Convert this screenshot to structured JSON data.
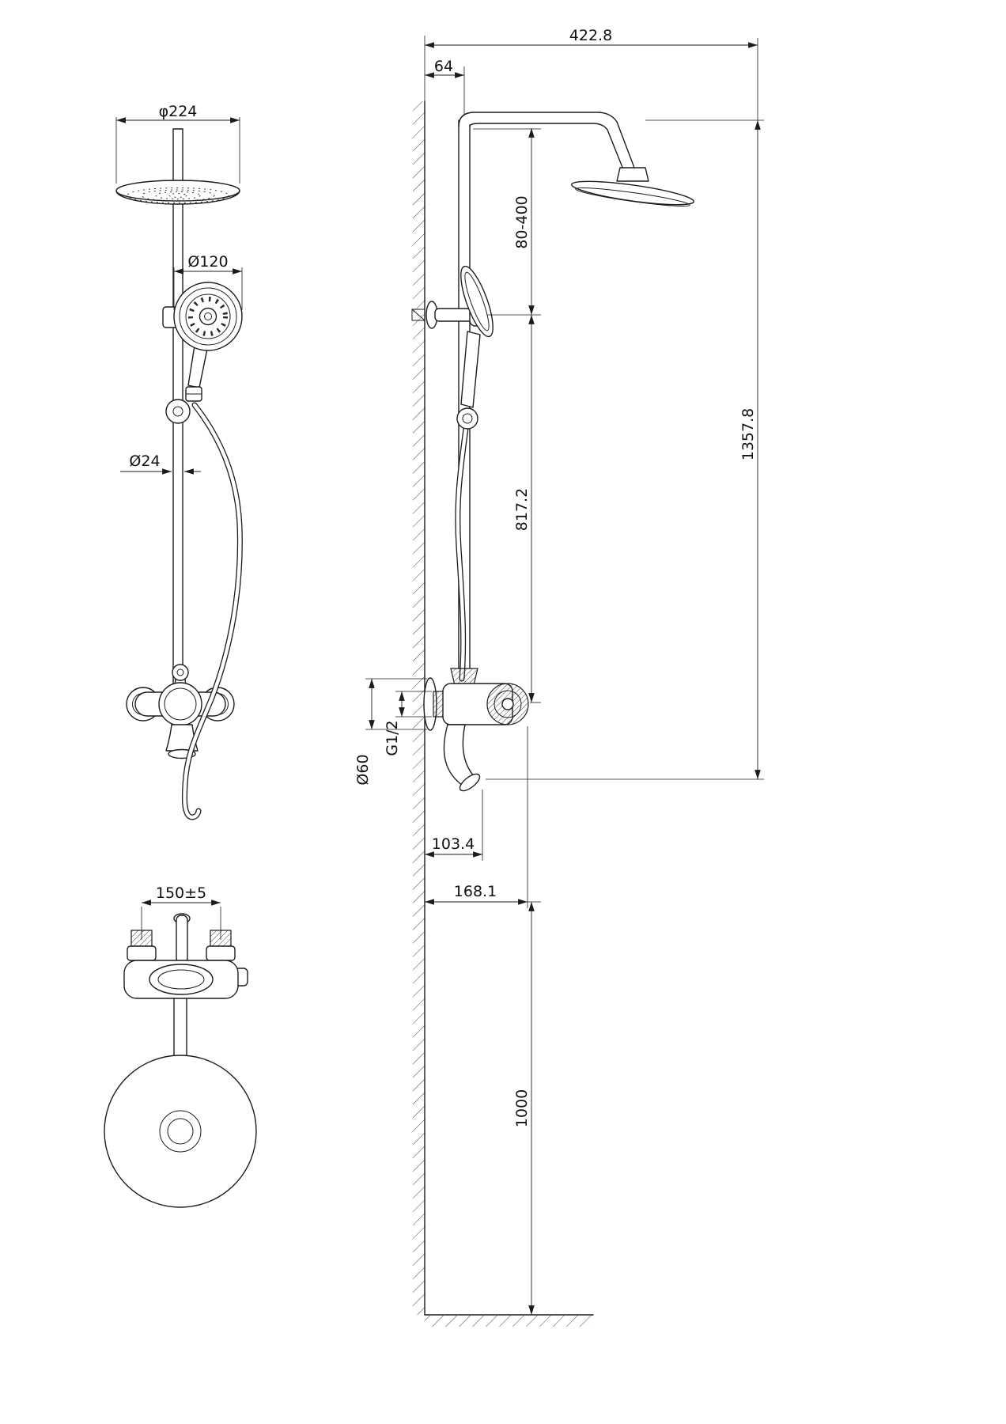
{
  "page": {
    "background": "#ffffff",
    "line_color": "#1c1c1c",
    "description": "Dimensional technical drawing of a wall-mounted shower column with overhead shower, hand shower and bath mixer"
  },
  "labels": {
    "front": {
      "head_diameter": "φ224",
      "handshower_diameter": "Ø120",
      "rail_diameter": "Ø24"
    },
    "plan": {
      "valve_spacing": "150±5"
    },
    "side": {
      "arm_reach": "422.8",
      "wall_offset": "64",
      "holder_range": "80-400",
      "rail_length": "817.2",
      "total_height": "1357.8",
      "thread": "G1/2",
      "flange_diameter": "Ø60",
      "spout_reach": "103.4",
      "knob_reach": "168.1",
      "mount_height": "1000"
    }
  }
}
